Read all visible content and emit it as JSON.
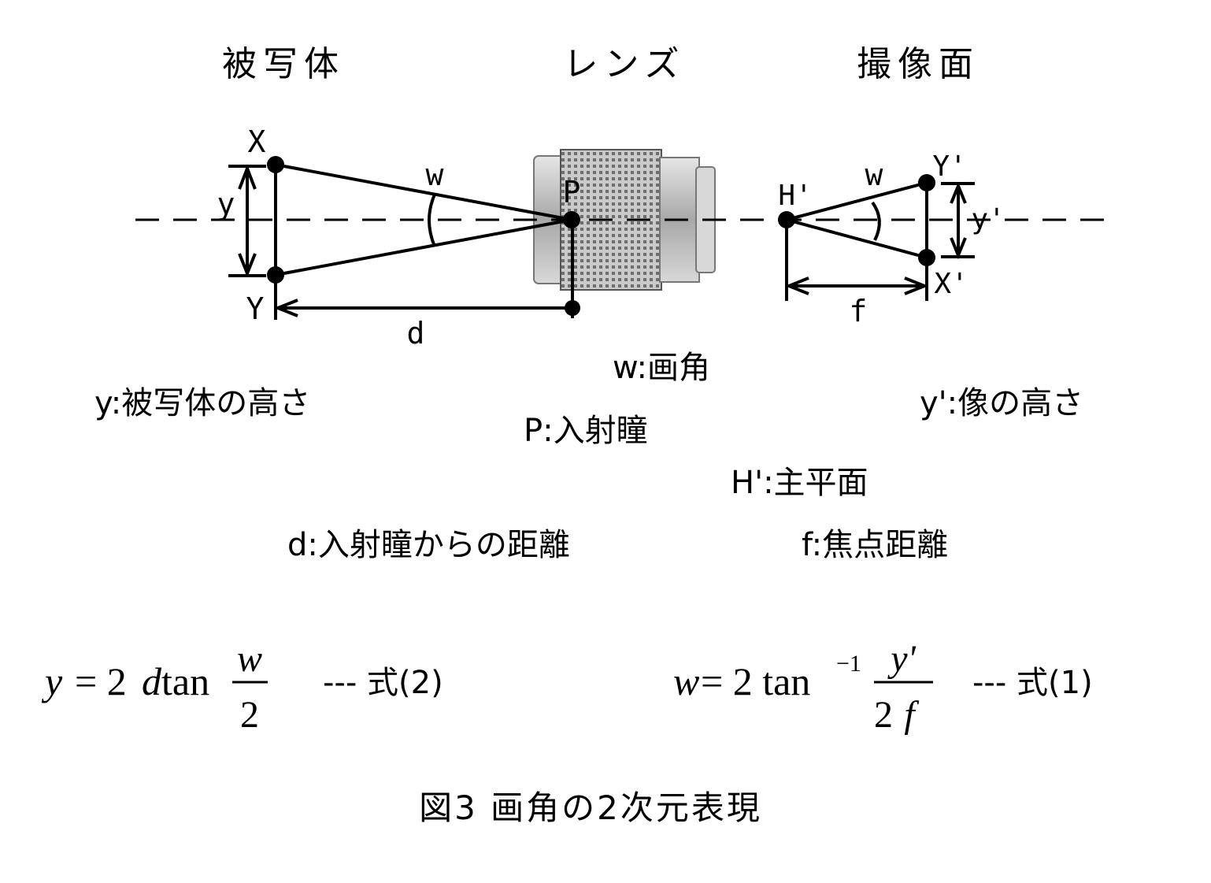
{
  "headers": {
    "subject": "被写体",
    "lens": "レンズ",
    "sensor": "撮像面"
  },
  "points": {
    "X": "X",
    "Y": "Y",
    "P": "P",
    "H_prime": "H'",
    "Y_prime": "Y'",
    "X_prime": "X'"
  },
  "dims": {
    "y": "y",
    "d": "d",
    "w_left": "w",
    "w_right": "w",
    "y_prime": "y'",
    "f": "f"
  },
  "legend": {
    "w": "w:画角",
    "y": "y:被写体の高さ",
    "y_prime": "y':像の高さ",
    "P": "P:入射瞳",
    "H_prime": "H':主平面",
    "d": "d:入射瞳からの距離",
    "f": "f:焦点距離"
  },
  "equations": {
    "eq2": {
      "lhs": "y = 2",
      "d": "d",
      "tan": " tan",
      "num": "w",
      "den": "2",
      "label": "---  式(2)"
    },
    "eq1": {
      "w": "w",
      "eq": " = 2 tan",
      "sup": "−1",
      "num": "y'",
      "den_2": "2",
      "den_f": "f",
      "label": "---  式(1)"
    }
  },
  "caption": "図3 画角の2次元表現",
  "colors": {
    "ink": "#000000",
    "background": "#ffffff",
    "lens_metal": "#b8b8b8"
  }
}
